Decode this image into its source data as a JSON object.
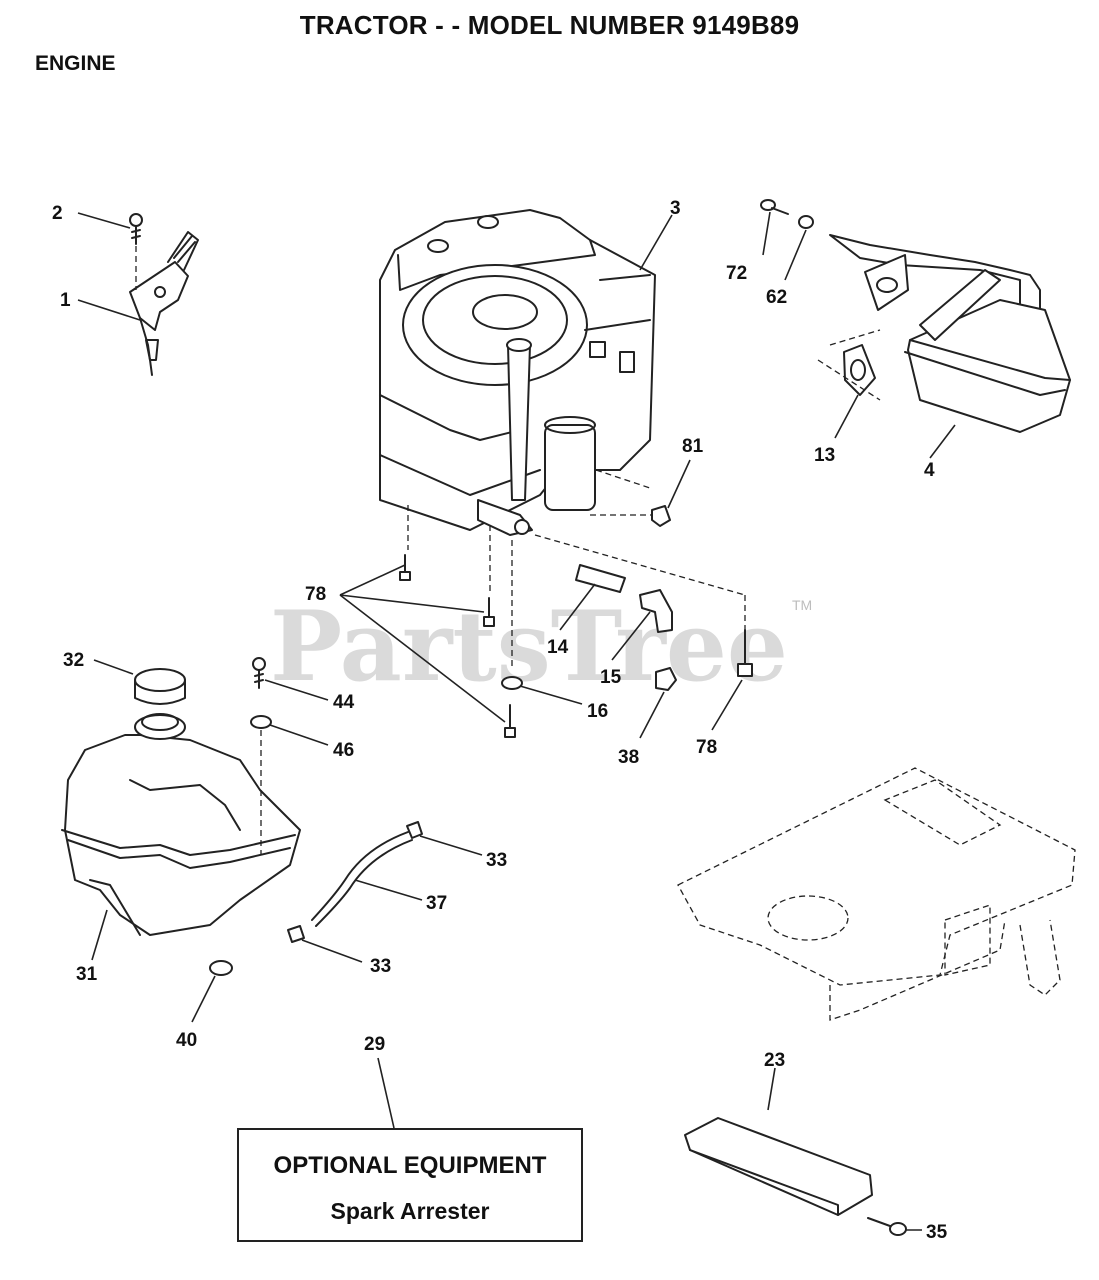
{
  "header": {
    "title": "TRACTOR - - MODEL NUMBER 9149B89",
    "section": "ENGINE"
  },
  "watermark": {
    "text": "PartsTree",
    "mark": "TM"
  },
  "callouts": [
    {
      "id": "c1",
      "label": "1"
    },
    {
      "id": "c2",
      "label": "2"
    },
    {
      "id": "c3",
      "label": "3"
    },
    {
      "id": "c4",
      "label": "4"
    },
    {
      "id": "c13",
      "label": "13"
    },
    {
      "id": "c14",
      "label": "14"
    },
    {
      "id": "c15",
      "label": "15"
    },
    {
      "id": "c16",
      "label": "16"
    },
    {
      "id": "c23",
      "label": "23"
    },
    {
      "id": "c29",
      "label": "29"
    },
    {
      "id": "c31",
      "label": "31"
    },
    {
      "id": "c32",
      "label": "32"
    },
    {
      "id": "c33a",
      "label": "33"
    },
    {
      "id": "c33b",
      "label": "33"
    },
    {
      "id": "c35",
      "label": "35"
    },
    {
      "id": "c37",
      "label": "37"
    },
    {
      "id": "c38",
      "label": "38"
    },
    {
      "id": "c40",
      "label": "40"
    },
    {
      "id": "c44",
      "label": "44"
    },
    {
      "id": "c46",
      "label": "46"
    },
    {
      "id": "c62",
      "label": "62"
    },
    {
      "id": "c72",
      "label": "72"
    },
    {
      "id": "c78a",
      "label": "78"
    },
    {
      "id": "c78b",
      "label": "78"
    },
    {
      "id": "c81",
      "label": "81"
    }
  ],
  "optional_equipment": {
    "heading": "OPTIONAL EQUIPMENT",
    "item": "Spark Arrester"
  }
}
